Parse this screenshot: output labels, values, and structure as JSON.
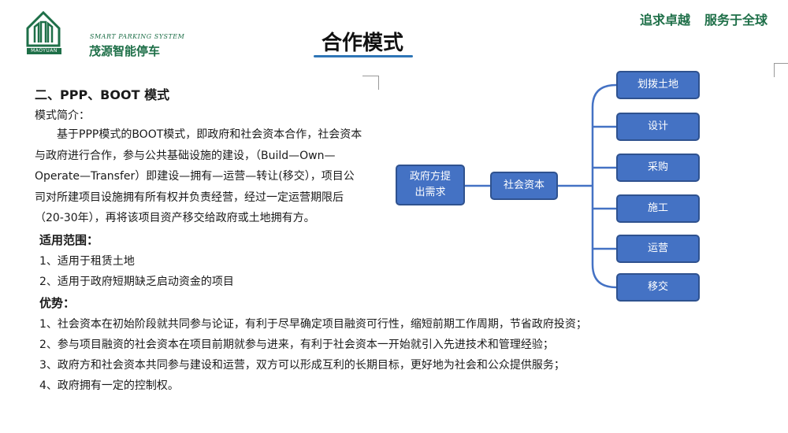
{
  "header": {
    "logo_en": "SMART PARKING SYSTEM",
    "logo_cn": "茂源智能停车",
    "logo_brand": "MAOYUAN",
    "slogan_1": "追求卓越",
    "slogan_2": "服务于全球",
    "title": "合作模式",
    "brand_color": "#1e6f48",
    "accent_color": "#2e75b6"
  },
  "content": {
    "heading": "二、PPP、BOOT 模式",
    "intro_label": "模式简介：",
    "intro_text": "基于PPP模式的BOOT模式，即政府和社会资本合作，社会资本与政府进行合作，参与公共基础设施的建设，（Build—Own—Operate—Transfer）即建设—拥有—运营—转让(移交），项目公司对所建项目设施拥有所有权并负责经营，经过一定运营期限后（20-30年），再将该项目资产移交给政府或土地拥有方。",
    "scope_heading": "适用范围：",
    "scope_items": [
      "1、适用于租赁土地",
      "2、适用于政府短期缺乏启动资金的项目"
    ],
    "advantages_heading": "优势：",
    "advantages_items": [
      "1、社会资本在初始阶段就共同参与论证，有利于尽早确定项目融资可行性，缩短前期工作周期，节省政府投资；",
      "2、参与项目融资的社会资本在项目前期就参与进来，有利于社会资本一开始就引入先进技术和管理经验；",
      "3、政府方和社会资本共同参与建设和运营，双方可以形成互利的长期目标，更好地为社会和公众提供服务；",
      "4、政府拥有一定的控制权。"
    ]
  },
  "diagram": {
    "source_node": "政府方提出需求",
    "center_node": "社会资本",
    "branches": [
      "划拨土地",
      "设计",
      "采购",
      "施工",
      "运营",
      "移交"
    ],
    "node_fill": "#4472c4",
    "node_border": "#2f528f"
  }
}
